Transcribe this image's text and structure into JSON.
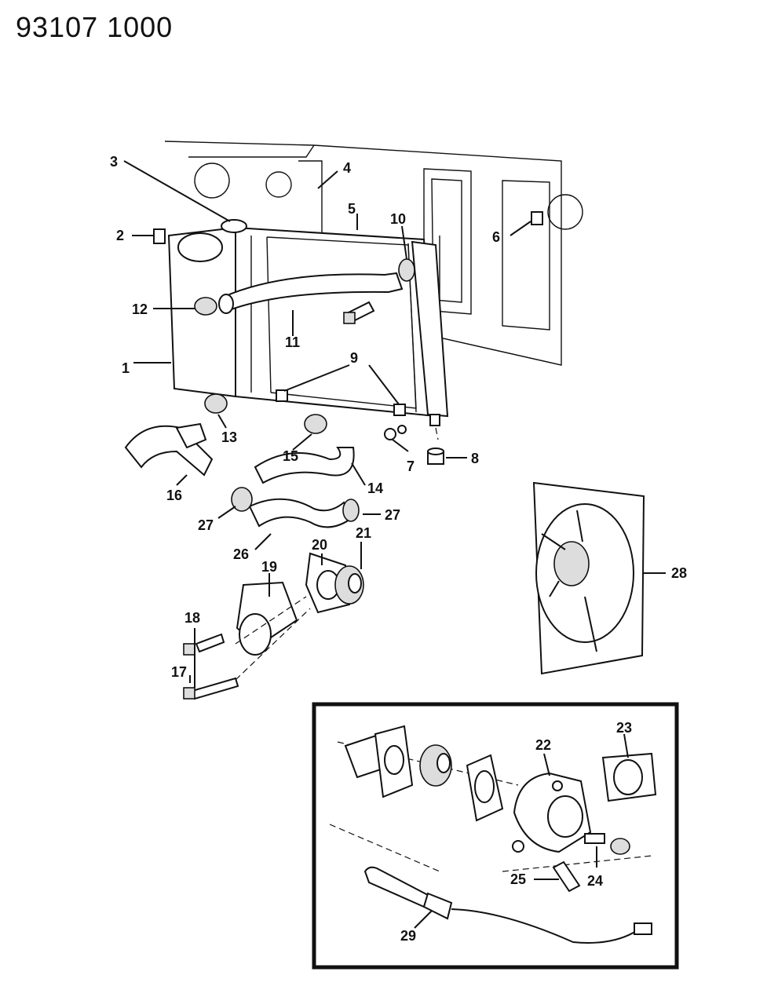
{
  "header": {
    "catalog_code": "93107  1000"
  },
  "callouts": {
    "c1": "1",
    "c2": "2",
    "c3": "3",
    "c4": "4",
    "c5": "5",
    "c6": "6",
    "c7": "7",
    "c8": "8",
    "c9": "9",
    "c10": "10",
    "c11": "11",
    "c12": "12",
    "c13": "13",
    "c14": "14",
    "c15": "15",
    "c16": "16",
    "c17": "17",
    "c18": "18",
    "c19": "19",
    "c20": "20",
    "c21": "21",
    "c22": "22",
    "c23": "23",
    "c24": "24",
    "c25": "25",
    "c26": "26",
    "c27a": "27",
    "c27b": "27",
    "c28": "28",
    "c29": "29"
  }
}
